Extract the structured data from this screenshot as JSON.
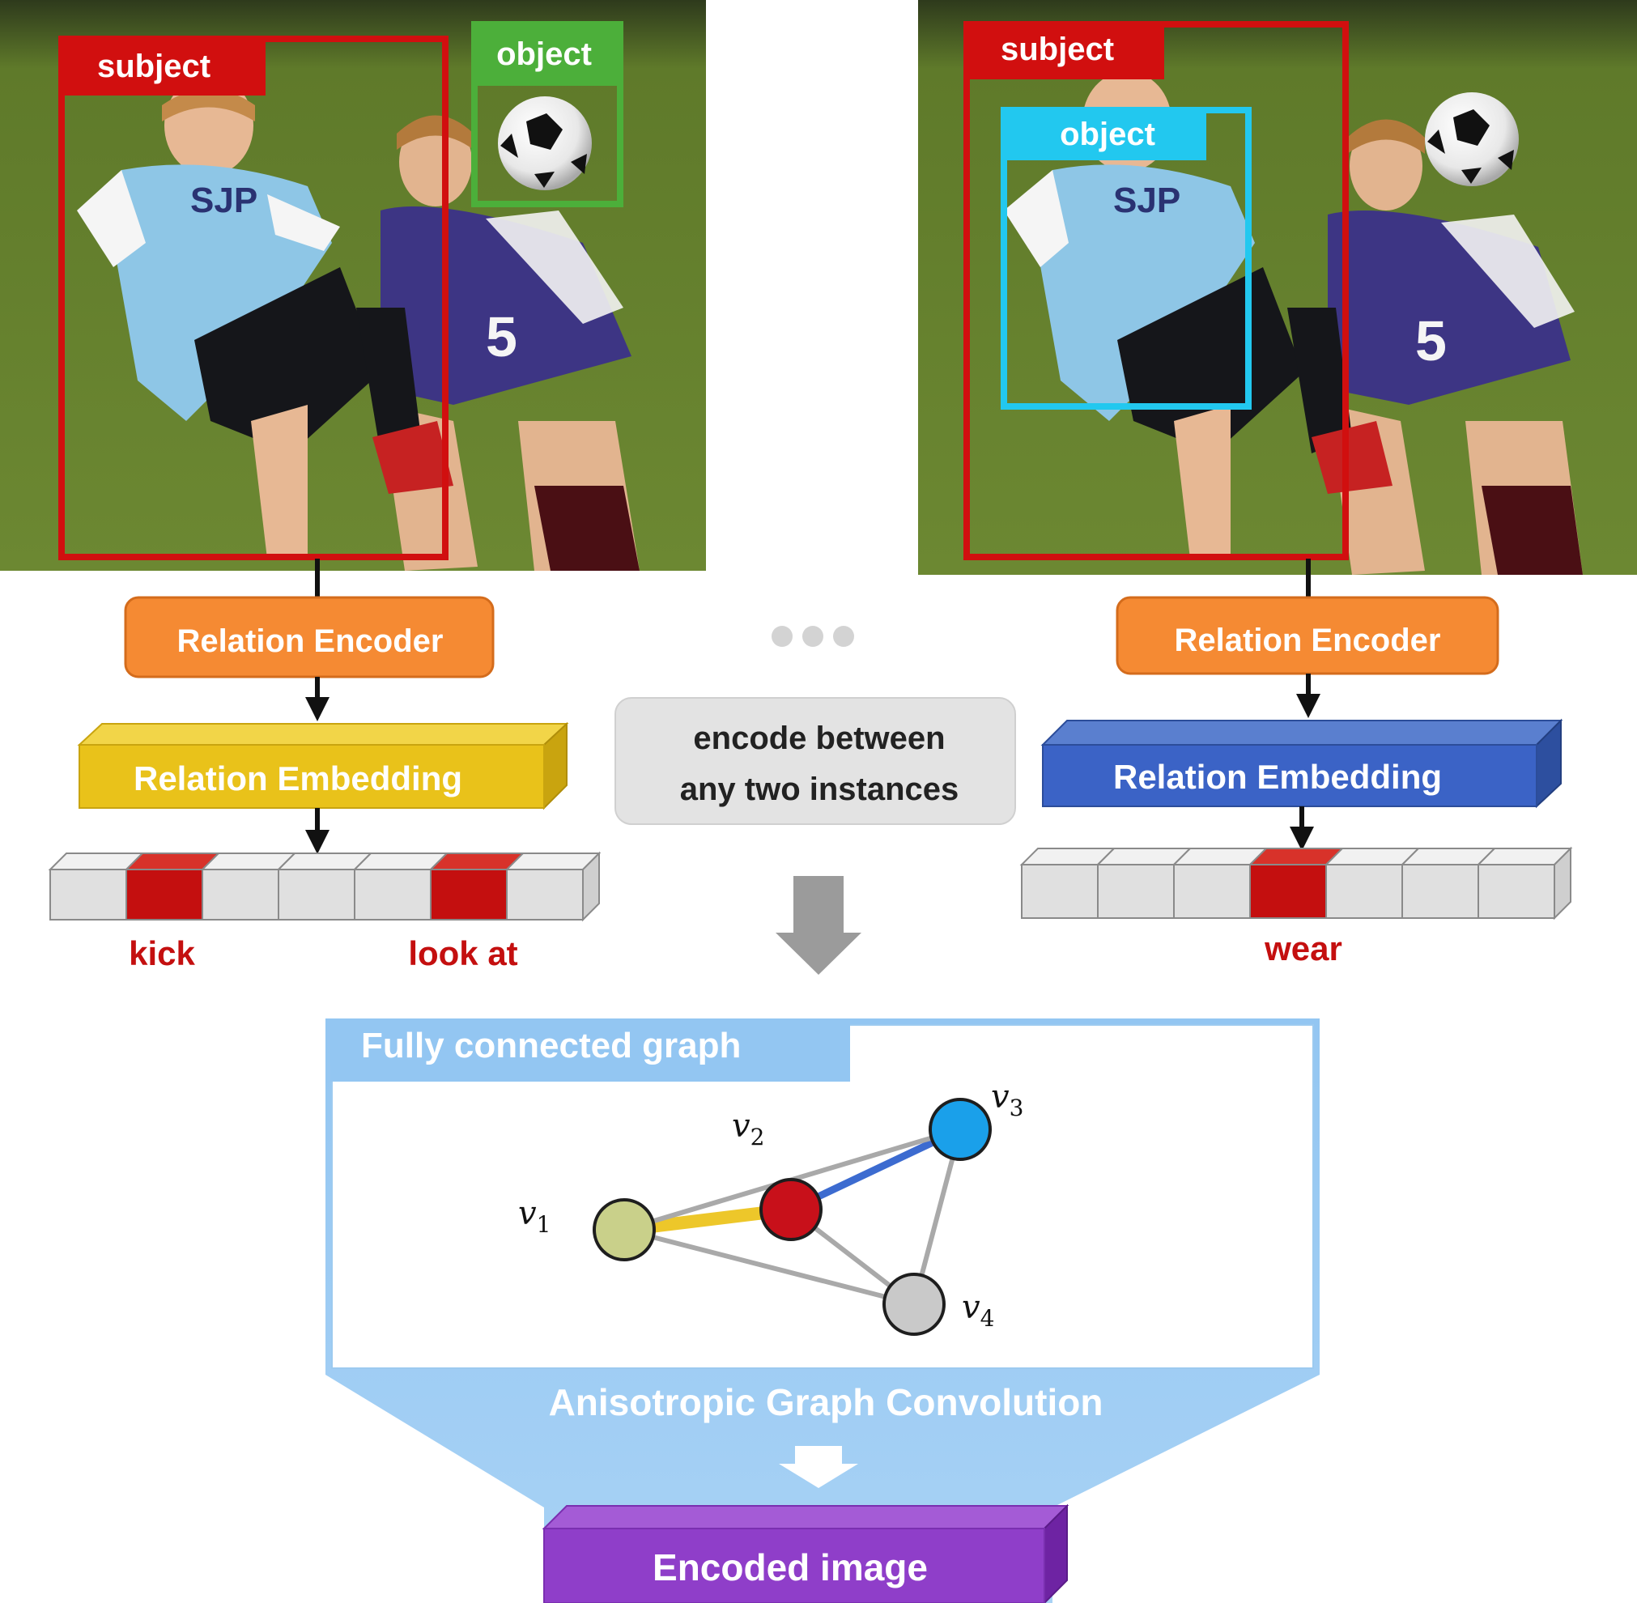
{
  "colors": {
    "subject_box": "#d10f0f",
    "object_left_box": "#4caf3a",
    "object_right_box": "#22c8ef",
    "encoder": "#f58a33",
    "embedding_left": "#e9c21a",
    "embedding_right": "#3b63c6",
    "active_cell": "#c40f0f",
    "cell": "#e0e0e0",
    "label_red": "#c40f0f",
    "graph_panel": "#93c6f2",
    "node_v1": "#c9d08a",
    "node_v2": "#c8101a",
    "node_v3": "#1aa0ea",
    "node_v4": "#c9c9c9",
    "edge_v1_v2": "#edc72a",
    "edge_v2_v3": "#3c6bd0",
    "encoded": "#8f3ec9"
  },
  "left": {
    "subject_label": "subject",
    "object_label": "object",
    "encoder_label": "Relation Encoder",
    "embedding_label": "Relation Embedding",
    "cell_count": 7,
    "active_cells": [
      1,
      5
    ],
    "predicate_labels": [
      "kick",
      "look at"
    ]
  },
  "right": {
    "subject_label": "subject",
    "object_label": "object",
    "encoder_label": "Relation Encoder",
    "embedding_label": "Relation Embedding",
    "cell_count": 7,
    "active_cells": [
      3
    ],
    "predicate_labels": [
      "wear"
    ]
  },
  "middle": {
    "note_line1": "encode between",
    "note_line2": "any two instances",
    "ellipsis_dots": 3
  },
  "graph": {
    "title": "Fully connected graph",
    "nodes": [
      {
        "id": "v1",
        "base": "v",
        "sub": "1"
      },
      {
        "id": "v2",
        "base": "v",
        "sub": "2"
      },
      {
        "id": "v3",
        "base": "v",
        "sub": "3"
      },
      {
        "id": "v4",
        "base": "v",
        "sub": "4"
      }
    ],
    "edges": [
      [
        "v1",
        "v2"
      ],
      [
        "v2",
        "v3"
      ],
      [
        "v1",
        "v3"
      ],
      [
        "v1",
        "v4"
      ],
      [
        "v2",
        "v4"
      ],
      [
        "v3",
        "v4"
      ]
    ],
    "highlighted_edges": [
      [
        "v1",
        "v2"
      ],
      [
        "v2",
        "v3"
      ]
    ]
  },
  "convolution_label": "Anisotropic Graph Convolution",
  "output_label": "Encoded image"
}
